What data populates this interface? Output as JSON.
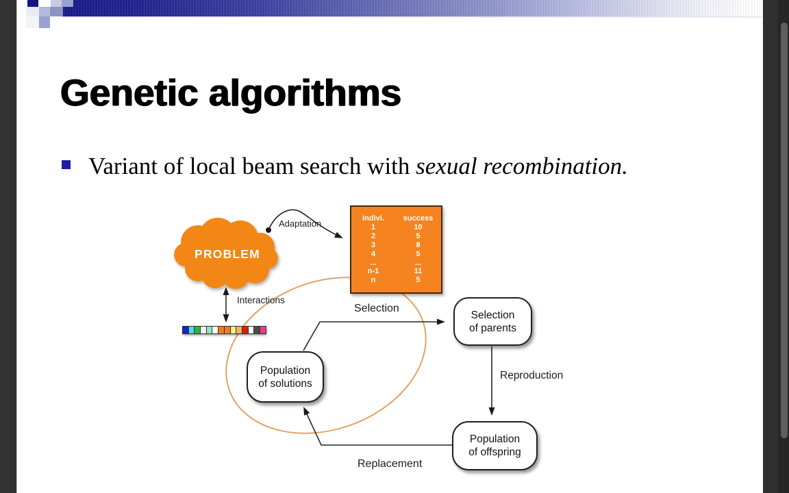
{
  "slide": {
    "title": "Genetic algorithms",
    "bullet": {
      "regular": "Variant of local beam search with ",
      "italic": "sexual recombination."
    }
  },
  "diagram": {
    "cloud_label": "PROBLEM",
    "labels": {
      "adaptation": "Adaptation",
      "interactions": "Interactions",
      "selection": "Selection",
      "reproduction": "Reproduction",
      "replacement": "Replacement"
    },
    "fitness_table": {
      "headers": [
        "Indivi.",
        "success"
      ],
      "rows": [
        [
          "1",
          "10"
        ],
        [
          "2",
          "5"
        ],
        [
          "3",
          "8"
        ],
        [
          "4",
          "5"
        ],
        [
          "...",
          "..."
        ],
        [
          "n-1",
          "11"
        ],
        [
          "n",
          "5"
        ]
      ]
    },
    "boxes": {
      "selection_of_parents": {
        "line1": "Selection",
        "line2": "of parents"
      },
      "population_of_solutions": {
        "line1": "Population",
        "line2": "of solutions"
      },
      "population_of_offspring": {
        "line1": "Population",
        "line2": "of offspring"
      }
    },
    "chromosome_colors": [
      "#1a22cc",
      "#4cdde4",
      "#2fb440",
      "#f2f2f2",
      "#8ae7c6",
      "#ffffff",
      "#ef7d20",
      "#ef7d20",
      "#f7ee8e",
      "#f2b25e",
      "#e21a0e",
      "#ffffff",
      "#4d4d4d",
      "#f23a8c"
    ],
    "accent_colors": {
      "cloud_orange": "#f28718",
      "table_orange": "#f5831f",
      "ellipse_tan": "#dfa45f",
      "banner_navy": "#181a86",
      "bullet_navy": "#1b1f9e"
    }
  }
}
